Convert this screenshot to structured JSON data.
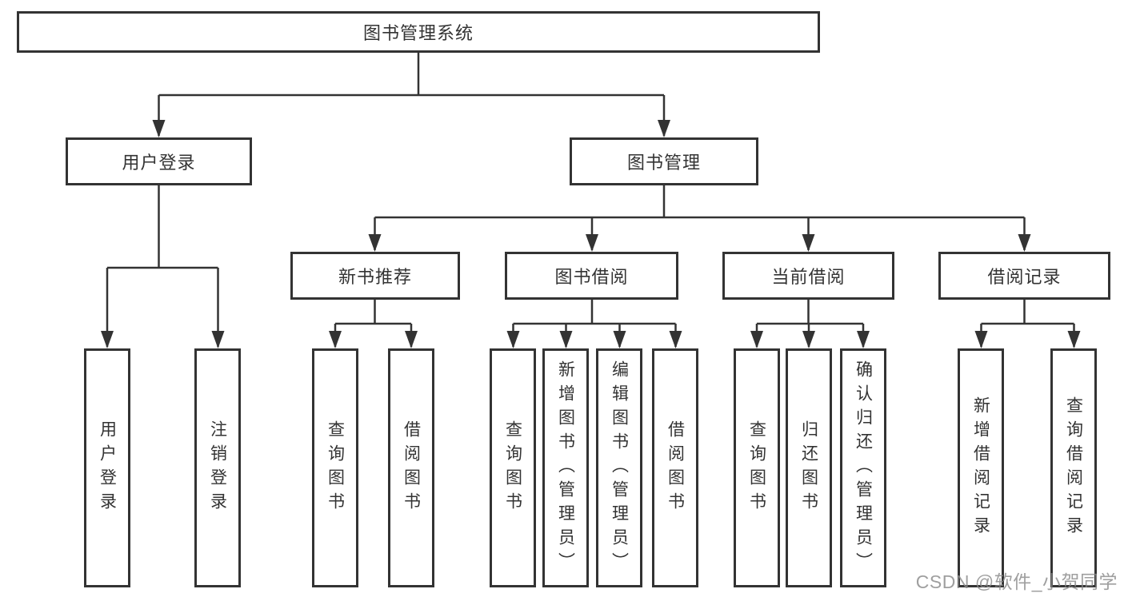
{
  "diagram": {
    "root": {
      "label": "图书管理系统"
    },
    "level2": {
      "user_login": {
        "label": "用户登录"
      },
      "book_mgmt": {
        "label": "图书管理"
      }
    },
    "level3": {
      "new_book_rec": {
        "label": "新书推荐"
      },
      "book_borrow": {
        "label": "图书借阅"
      },
      "current_borrow": {
        "label": "当前借阅"
      },
      "borrow_record": {
        "label": "借阅记录"
      }
    },
    "leaves": {
      "user_login": {
        "label": "用户登录"
      },
      "logout": {
        "label": "注销登录"
      },
      "rec_query_book": {
        "label": "查询图书"
      },
      "rec_borrow_book": {
        "label": "借阅图书"
      },
      "bor_query_book": {
        "label": "查询图书"
      },
      "bor_add_book": {
        "label": "新增图书（管理员）"
      },
      "bor_edit_book": {
        "label": "编辑图书（管理员）"
      },
      "bor_borrow_book": {
        "label": "借阅图书"
      },
      "cur_query_book": {
        "label": "查询图书"
      },
      "cur_return_book": {
        "label": "归还图书"
      },
      "cur_confirm_return": {
        "label": "确认归还（管理员）"
      },
      "rec_add_record": {
        "label": "新增借阅记录"
      },
      "rec_query_record": {
        "label": "查询借阅记录"
      }
    }
  },
  "watermark": {
    "text": "CSDN @软件_小贺同学"
  },
  "colors": {
    "line": "#333333",
    "box_border": "#333333",
    "box_fill": "#ffffff",
    "text": "#333333",
    "watermark": "#8a8a8a"
  }
}
